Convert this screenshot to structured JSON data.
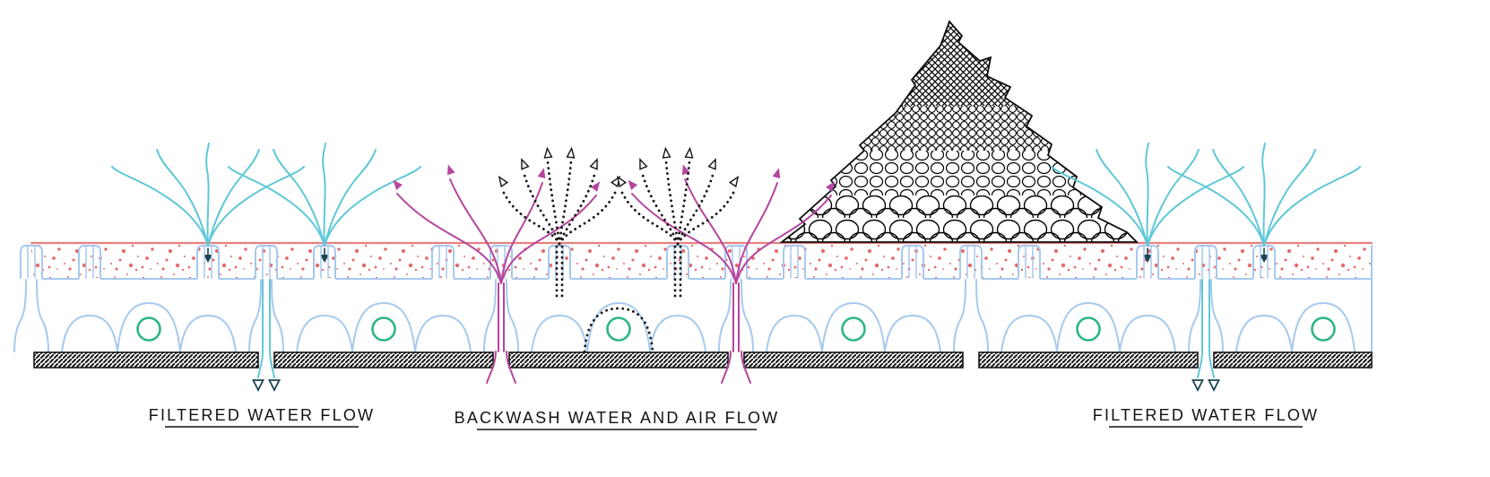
{
  "diagram": {
    "title": "filter-underdrain-cross-section",
    "labels": {
      "left_flow": "FILTERED WATER FLOW",
      "center_flow": "BACKWASH WATER AND AIR FLOW",
      "right_flow": "FILTERED WATER FLOW"
    },
    "colors": {
      "block_blue": "#a6c9ee",
      "media_red": "#e87f7f",
      "speckle_red": "#e46a6a",
      "lateral_green": "#2fb589",
      "filtered_cyan": "#5fc8d7",
      "backwash_magenta": "#b5459e",
      "air_black": "#141414",
      "slab_black": "#161616",
      "triangle_teal": "#1c4450"
    }
  }
}
